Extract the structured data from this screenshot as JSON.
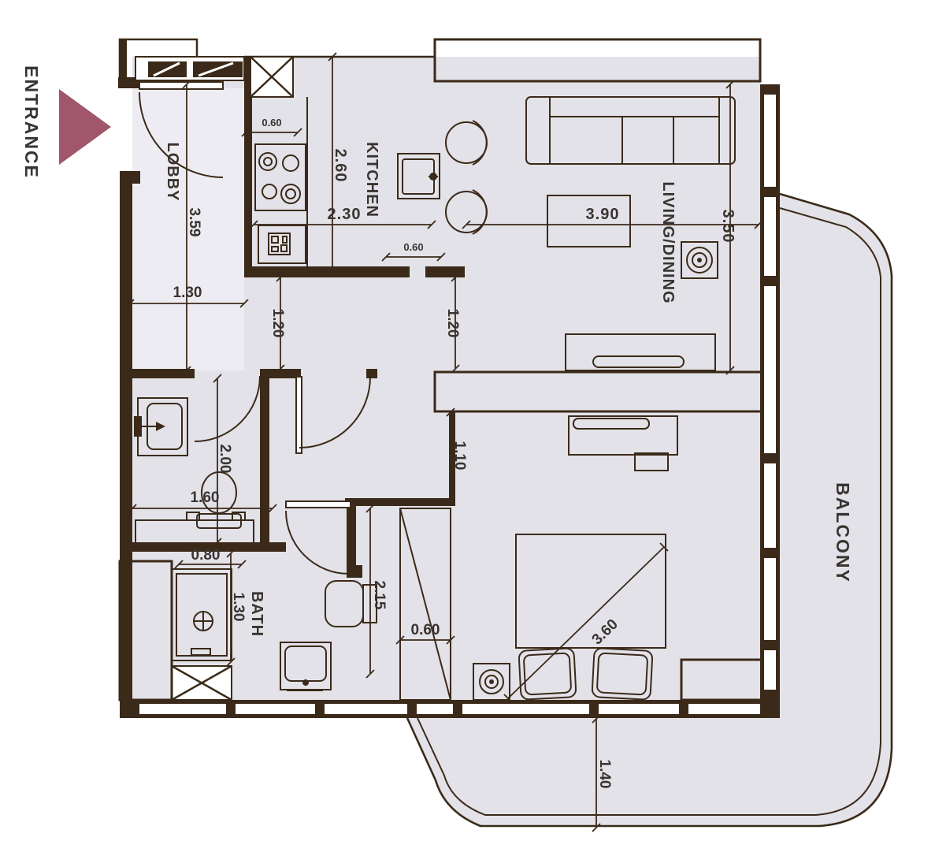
{
  "entrance": {
    "label": "ENTRANCE"
  },
  "rooms": {
    "lobby": "LOBBY",
    "kitchen": "KITCHEN",
    "living_dining": "LIVING/DINING",
    "bath": "BATH",
    "balcony": "BALCONY"
  },
  "dims": {
    "lobby_depth": "3.59",
    "lobby_width": "1.30",
    "kitchen_counter": "0.60",
    "kitchen_depth": "2.60",
    "kitchen_width": "2.30",
    "island": "0.60",
    "passage_left": "1.20",
    "passage_right": "1.20",
    "living_width": "3.90",
    "living_depth": "3.50",
    "bedroom_entry": "1.10",
    "corridor_depth": "2.00",
    "corridor_width": "1.60",
    "shower": "0.80",
    "bath_width": "1.30",
    "nook_depth": "2.15",
    "wardrobe": "0.60",
    "bed_diagonal": "3.60",
    "balcony_depth": "1.40"
  },
  "colors": {
    "wall": "#3b2a19",
    "floor": "#e3e2e9",
    "floor_light": "#edecf2",
    "accent": "#a0566b",
    "text": "#39342f"
  }
}
